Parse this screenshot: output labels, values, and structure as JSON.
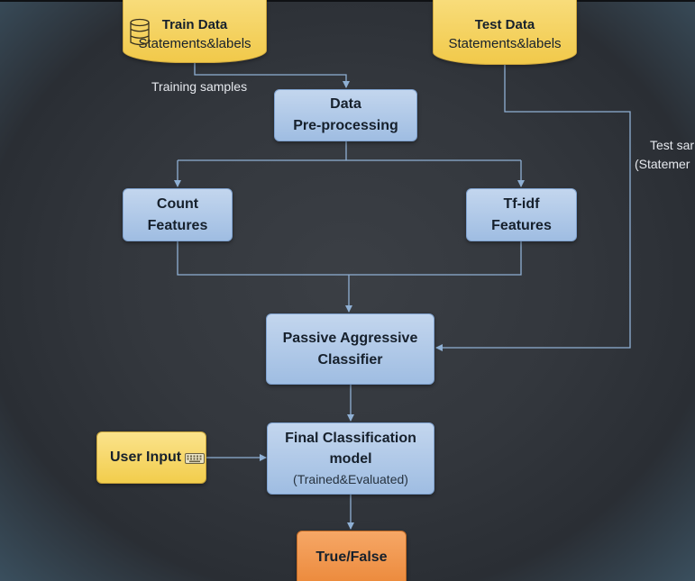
{
  "nodes": {
    "train_data": {
      "title": "Train Data",
      "subtitle": "Statements&labels"
    },
    "test_data": {
      "title": "Test Data",
      "subtitle": "Statements&labels"
    },
    "preprocessing": {
      "line1": "Data",
      "line2": "Pre-processing"
    },
    "count_features": {
      "line1": "Count",
      "line2": "Features"
    },
    "tfidf_features": {
      "line1": "Tf-idf",
      "line2": "Features"
    },
    "classifier": {
      "line1": "Passive Aggressive",
      "line2": "Classifier"
    },
    "final_model": {
      "line1": "Final Classification",
      "line2": "model",
      "line3": "(Trained&Evaluated)"
    },
    "user_input": {
      "label": "User Input"
    },
    "output": {
      "label": "True/False"
    }
  },
  "edge_labels": {
    "training_samples": "Training samples",
    "test_samples_line1": "Test sar",
    "test_samples_line2": "(Statemer"
  },
  "colors": {
    "background": "#33373d",
    "process_box": "#b3cbe9",
    "data_box": "#f4d15a",
    "output_box": "#ef944a",
    "connector": "#8fb0d4"
  },
  "icons": [
    "database-icon",
    "keyboard-icon"
  ]
}
